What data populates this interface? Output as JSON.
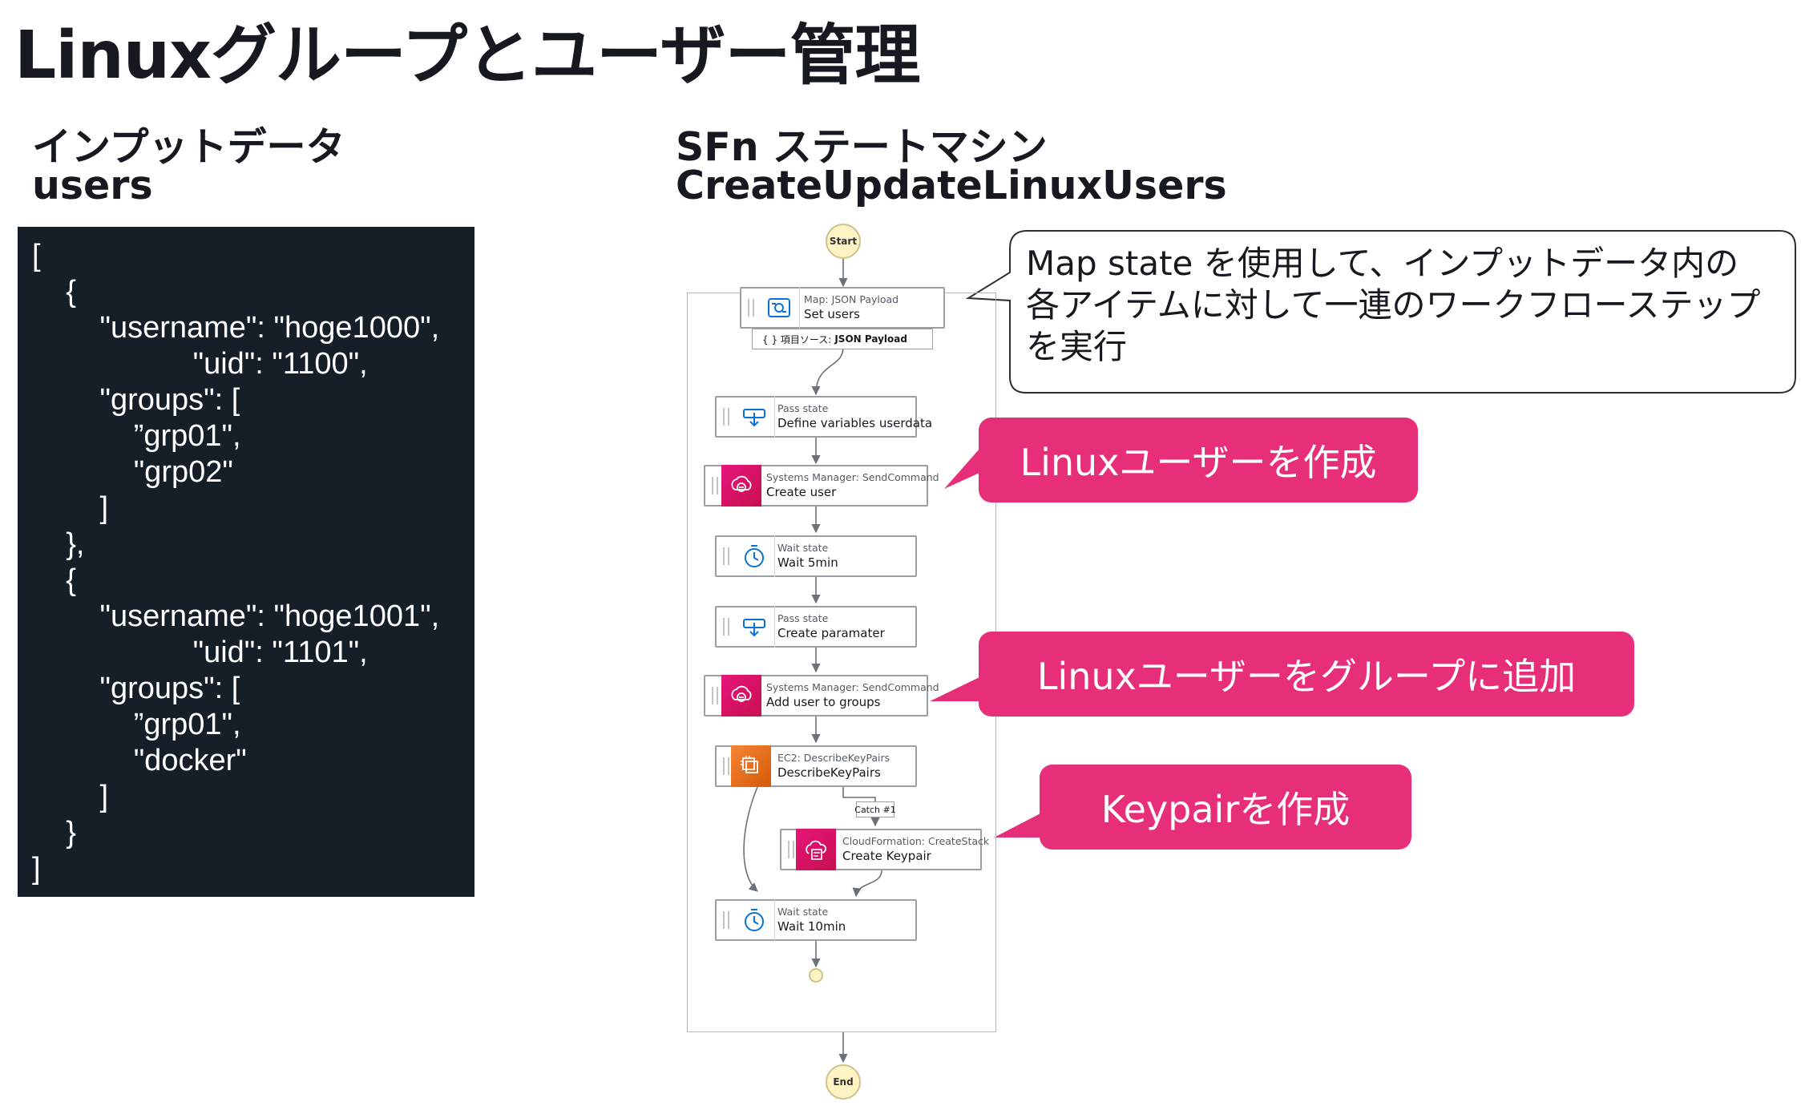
{
  "page": {
    "title": "Linuxグループとユーザー管理"
  },
  "input_section": {
    "heading_line1": "インプットデータ",
    "heading_line2": "users"
  },
  "json_lines": [
    "[",
    "    {",
    "        \"username\": \"hoge1000\",",
    "                   \"uid\": \"1100\",",
    "        \"groups\": [",
    "            ”grp01\",",
    "            \"grp02\"",
    "        ]",
    "    },",
    "    {",
    "        \"username\": \"hoge1001\",",
    "                   \"uid\": \"1101\",",
    "        \"groups\": [",
    "            ”grp01\",",
    "            \"docker\"",
    "        ]",
    "    }",
    "]"
  ],
  "sfn_section": {
    "heading_line1": "SFn ステートマシン",
    "heading_line2": "CreateUpdateLinuxUsers"
  },
  "flow": {
    "start": "Start",
    "end": "End",
    "map_node": {
      "kind": "Map: JSON Payload",
      "label": "Set users"
    },
    "item_source": {
      "prefix": "{ }  項目ソース:",
      "value": "JSON Payload"
    },
    "catch_label": "Catch #1",
    "nodes": [
      {
        "kind": "Pass state",
        "label": "Define variables userdata",
        "icon": "pass-state-icon"
      },
      {
        "kind": "Systems Manager: SendCommand",
        "label": "Create user",
        "icon": "systems-manager-icon"
      },
      {
        "kind": "Wait state",
        "label": "Wait 5min",
        "icon": "timer-icon"
      },
      {
        "kind": "Pass state",
        "label": "Create paramater",
        "icon": "pass-state-icon"
      },
      {
        "kind": "Systems Manager: SendCommand",
        "label": "Add user to groups",
        "icon": "systems-manager-icon"
      },
      {
        "kind": "EC2: DescribeKeyPairs",
        "label": "DescribeKeyPairs",
        "icon": "ec2-icon"
      },
      {
        "kind": "CloudFormation: CreateStack",
        "label": "Create Keypair",
        "icon": "cloudformation-icon"
      },
      {
        "kind": "Wait state",
        "label": "Wait 10min",
        "icon": "timer-icon"
      }
    ]
  },
  "annotations": {
    "map_bubble": [
      "Map state を使用して、インプットデータ内の",
      "各アイテムに対して一連のワークフローステップ",
      "を実行"
    ],
    "callout_create_user": "Linuxユーザーを作成",
    "callout_add_groups": "Linuxユーザーをグループに追加",
    "callout_keypair": "Keypairを作成"
  },
  "colors": {
    "callout": "#e62f78",
    "panel": "#161e28",
    "ssm": "#e7157b",
    "ec2": "#f58536"
  }
}
